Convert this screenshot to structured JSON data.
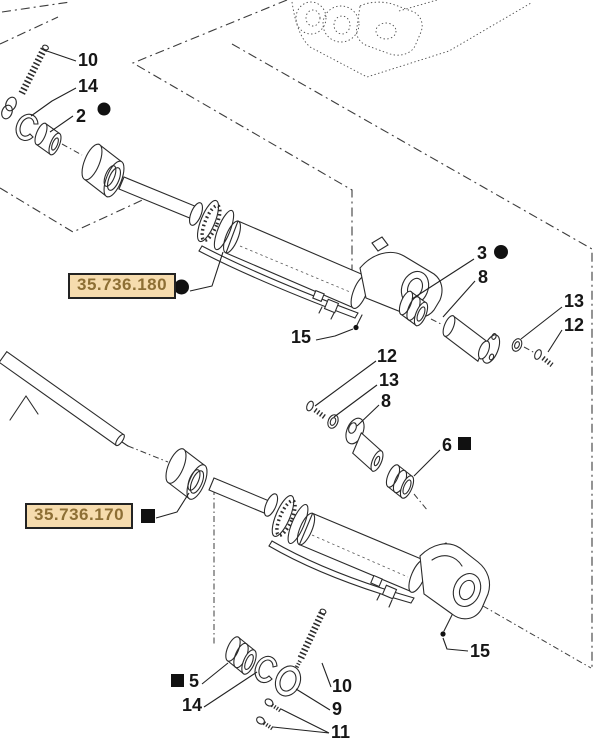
{
  "diagram": {
    "ref_labels": [
      {
        "code": "35.736.180",
        "marker": "circle"
      },
      {
        "code": "35.736.170",
        "marker": "square"
      }
    ],
    "callouts": [
      {
        "label": "10"
      },
      {
        "label": "14"
      },
      {
        "label": "2",
        "marker": "circle"
      },
      {
        "label": "3",
        "marker": "circle"
      },
      {
        "label": "8"
      },
      {
        "label": "13"
      },
      {
        "label": "12"
      },
      {
        "label": "15"
      },
      {
        "label": "12"
      },
      {
        "label": "13"
      },
      {
        "label": "8"
      },
      {
        "label": "6",
        "marker": "square"
      },
      {
        "label": "5",
        "marker": "square"
      },
      {
        "label": "14"
      },
      {
        "label": "10"
      },
      {
        "label": "9"
      },
      {
        "label": "11"
      },
      {
        "label": "15"
      }
    ],
    "colors": {
      "ref-bg": "#f6dcae",
      "ref-border": "#232323",
      "ref-fg": "#8d6f35",
      "line": "#2b2b2b",
      "marker": "#111111"
    }
  }
}
